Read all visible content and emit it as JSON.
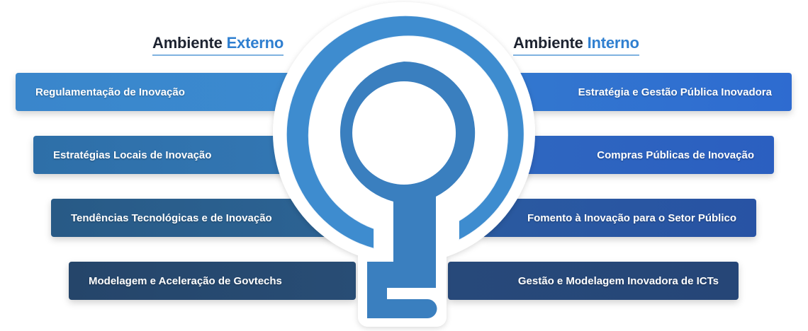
{
  "external": {
    "heading_main": "Ambiente",
    "heading_accent": "Externo",
    "items": [
      "Regulamentação de Inovação",
      "Estratégias Locais de Inovação",
      "Tendências Tecnológicas e de Inovação",
      "Modelagem e Aceleração de Govtechs"
    ]
  },
  "internal": {
    "heading_main": "Ambiente",
    "heading_accent": "Interno",
    "items": [
      "Estratégia e Gestão Pública Inovadora",
      "Compras Públicas de Inovação",
      "Fomento à Inovação para o Setor Público",
      "Gestão e Modelagem Inovadora de ICTs"
    ]
  },
  "colors": {
    "accent": "#2f7fd0",
    "logo_top": "#4aa6ea",
    "logo_bottom": "#2f5a8e"
  }
}
